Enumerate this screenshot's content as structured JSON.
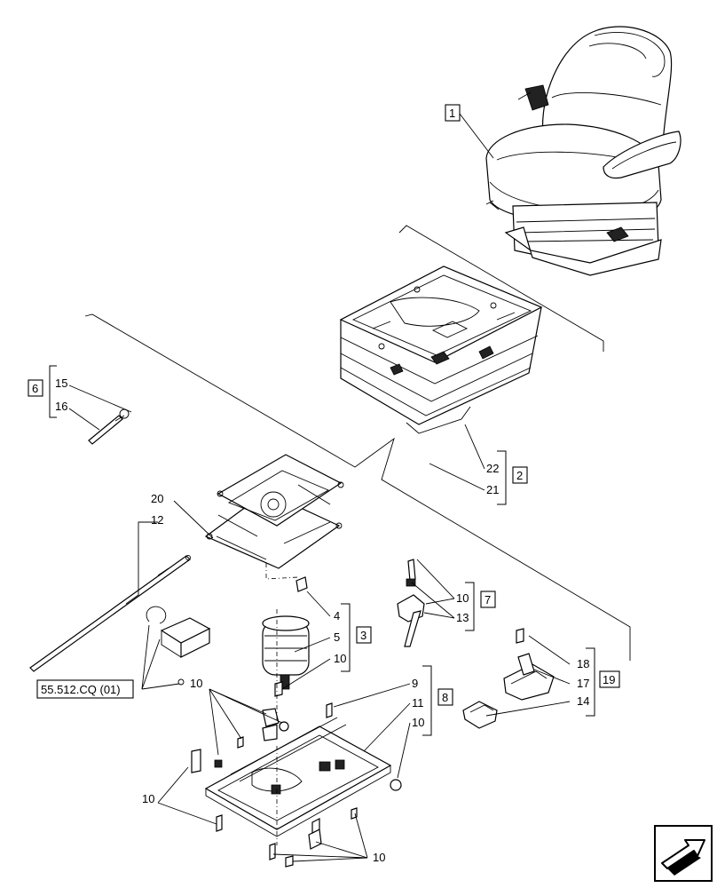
{
  "callouts": {
    "c1": "1",
    "c2": "2",
    "c3": "3",
    "c4": "4",
    "c5": "5",
    "c6": "6",
    "c7": "7",
    "c8": "8",
    "c9": "9",
    "c10": "10",
    "c11": "11",
    "c12": "12",
    "c13": "13",
    "c14": "14",
    "c15": "15",
    "c16": "16",
    "c17": "17",
    "c18": "18",
    "c19": "19",
    "c20": "20",
    "c21": "21",
    "c22": "22"
  },
  "reference_label": "55.512.CQ (01)",
  "nav_icon": "next-arrow-icon"
}
